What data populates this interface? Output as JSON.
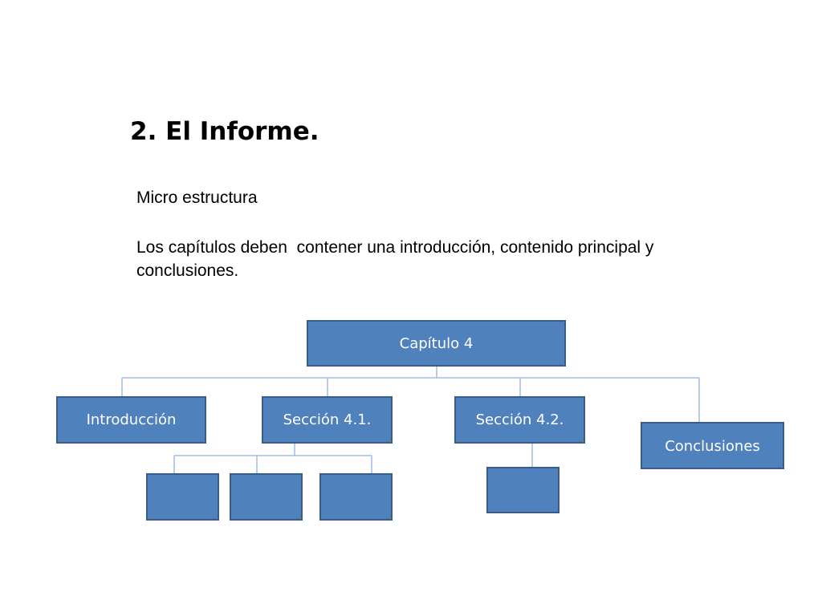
{
  "heading": "2. El Informe.",
  "subheading": "Micro estructura",
  "description": "Los capítulos deben  contener una introducción, contenido principal y conclusiones.",
  "colors": {
    "box_fill": "#4F81BD",
    "box_border": "#385D8A",
    "connector": "#8EB4E3"
  },
  "diagram": {
    "root": "Capítulo 4",
    "children": [
      {
        "label": "Introducción",
        "subitems": 0
      },
      {
        "label": "Sección 4.1.",
        "subitems": 3
      },
      {
        "label": "Sección 4.2.",
        "subitems": 1
      },
      {
        "label": "Conclusiones",
        "subitems": 0
      }
    ]
  }
}
